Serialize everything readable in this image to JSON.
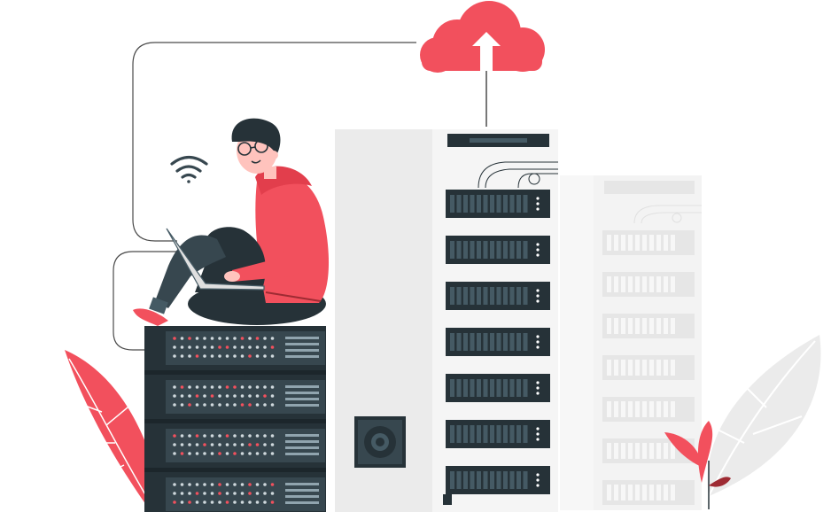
{
  "illustration": {
    "subject": "server-room-cloud-upload",
    "colors": {
      "accent": "#f2505d",
      "dark": "#263238",
      "server_light": "#ebebeb",
      "server_front": "#f5f5f5",
      "leaf_gray": "#f0f0f0",
      "skin": "#ffc3bd",
      "line": "#4a4a4a"
    },
    "icons": [
      "cloud-upload-icon",
      "wifi-icon",
      "fan-icon"
    ],
    "server_stack_units": 4,
    "rack_units": 7,
    "back_rack_units": 7
  }
}
